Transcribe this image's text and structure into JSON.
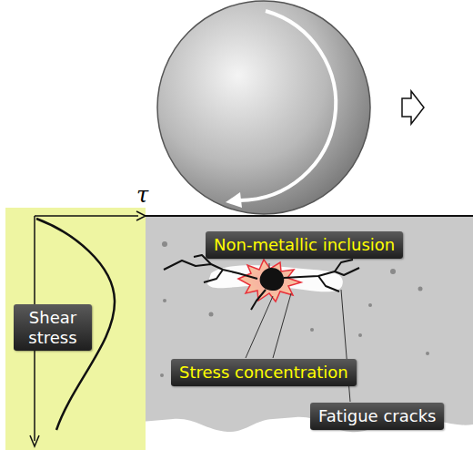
{
  "diagram": {
    "nodes": [
      {
        "text": [
          "Non-metallic inclusion"
        ]
      },
      {
        "text": [
          "Shear stress"
        ]
      },
      {
        "text": [
          "Stress concentration"
        ]
      },
      {
        "text": [
          "Fatigue cracks"
        ]
      }
    ],
    "labels": [
      "τ"
    ]
  }
}
